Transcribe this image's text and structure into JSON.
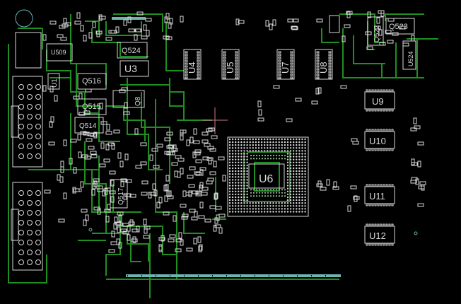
{
  "viewer": {
    "background": "#000000",
    "trace_color": "#1f8f1f",
    "silk_color": "#d9d9d9",
    "gold_color": "#6fb3b3",
    "cursor_color": "#c97a8a",
    "cursor_icon": "crosshair-icon"
  },
  "labels": {
    "u509": "U509",
    "q524": "Q524",
    "u3": "U3",
    "u1": "U1",
    "q516": "Q516",
    "q515": "Q515",
    "q514": "Q514",
    "u4": "U4",
    "u5": "U5",
    "u7": "U7",
    "u8": "U8",
    "q522": "Q522",
    "q523": "Q523",
    "u524": "U524",
    "u9": "U9",
    "u10": "U10",
    "u11": "U11",
    "u12": "U12",
    "u6": "U6",
    "q517": "Q517",
    "q8": "Q8"
  }
}
